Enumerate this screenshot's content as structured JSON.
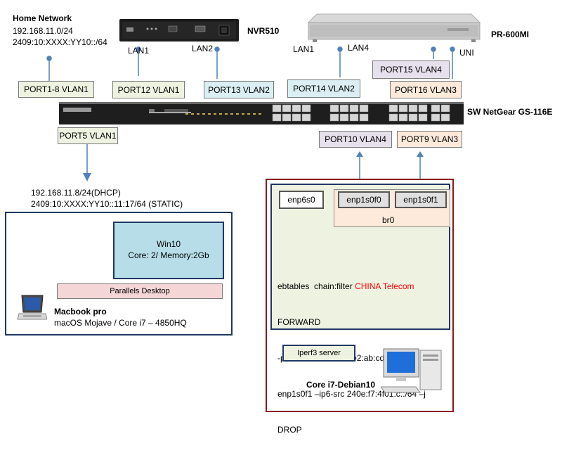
{
  "home_network": {
    "title": "Home Network",
    "ipv4": "192.168.11.0/24",
    "ipv6": "2409:10:XXXX:YY10::/64"
  },
  "nvr": {
    "name": "NVR510",
    "lan1": "LAN1",
    "lan2": "LAN2"
  },
  "pr600": {
    "name": "PR-600MI",
    "lan1": "LAN1",
    "lan4": "LAN4",
    "uni": "UNI"
  },
  "switch": {
    "name": "SW NetGear GS-116E"
  },
  "ports": {
    "p1_8": "PORT1-8 VLAN1",
    "p12": "PORT12 VLAN1",
    "p13": "PORT13 VLAN2",
    "p14": "PORT14 VLAN2",
    "p15": "PORT15 VLAN4",
    "p16": "PORT16 VLAN3",
    "p5": "PORT5 VLAN1",
    "p10": "PORT10 VLAN4",
    "p9": "PORT9 VLAN3"
  },
  "macbook": {
    "ipv4": "192.168.11.8/24(DHCP)",
    "ipv6": "2409:10:XXXX:YY10::11:17/64 (STATIC)",
    "vm_name": "Win10",
    "vm_specs": "Core: 2/ Memory:2Gb",
    "hypervisor": "Parallels Desktop",
    "model": "Macbook pro",
    "os": "macOS Mojave / Core i7 – 4850HQ"
  },
  "debian": {
    "if0": "enp6s0",
    "if1": "enp1s0f0",
    "if2": "enp1s0f1",
    "bridge": "br0",
    "rule_line1_prefix": "ebtables  chain:filter ",
    "rule_line1_highlight": "CHINA Telecom",
    "rule_line2": "FORWARD",
    "rule_line3": "-p 0x86dd –s 00:12:e2:ab:cd:ef –I",
    "rule_line4": "enp1s0f1 –ip6-src 240e:f7:4f01:c::/64 –j",
    "rule_line5": "DROP",
    "service": "Iperf3 server",
    "name": "Core i7-Debian10"
  },
  "colors": {
    "connector": "#4f81bd",
    "highlight": "#ff0000",
    "debian_border": "#8b1a1a",
    "macbook_border": "#1f3864"
  }
}
